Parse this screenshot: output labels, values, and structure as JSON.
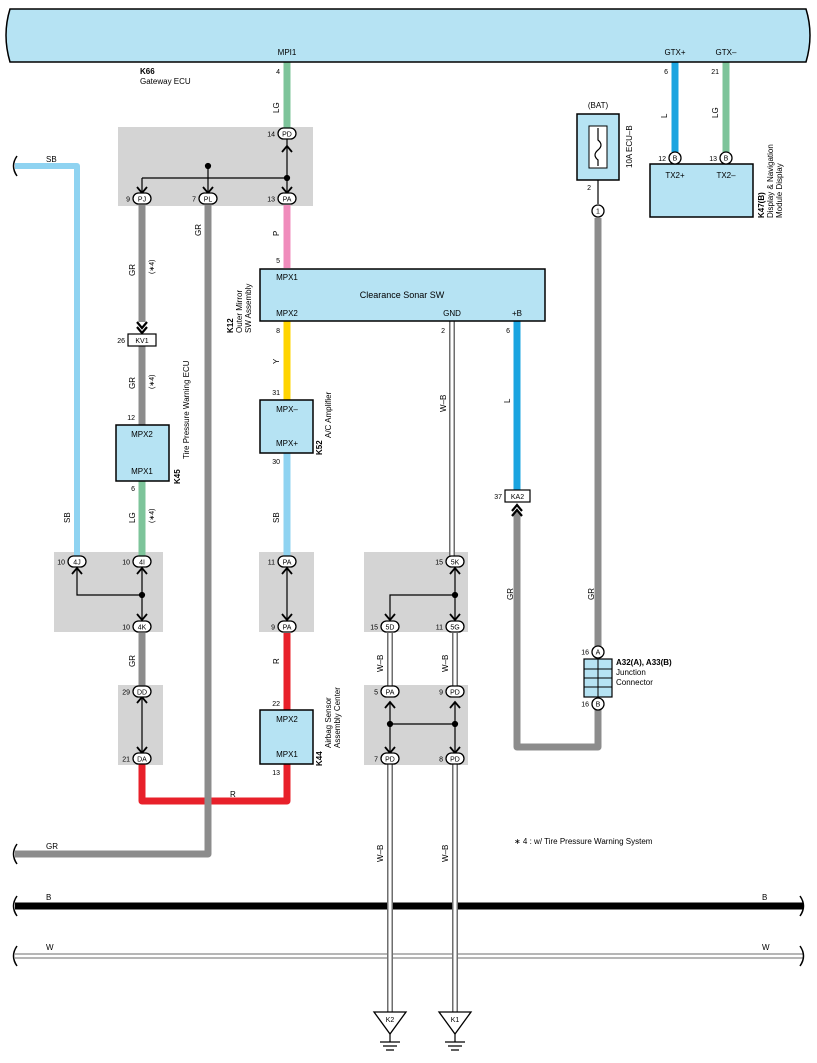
{
  "colors": {
    "LG": "#7dc49a",
    "L": "#1aa4e0",
    "SB": "#8fd3f1",
    "GR": "#8c8c8c",
    "P": "#f08cbc",
    "Y": "#ffd400",
    "R": "#e8202a",
    "B": "#000000",
    "W": "#ffffff",
    "WB": "#9a9a9a",
    "component": "#b6e3f3",
    "junction": "#d4d4d4"
  },
  "gateway": {
    "code": "K66",
    "name": "Gateway ECU",
    "pin_mpi1": "MPI1",
    "pin_gtxp": "GTX+",
    "pin_gtxm": "GTX–"
  },
  "display": {
    "code": "K47(B)",
    "name1": "Display & Navigation",
    "name2": "Module Display",
    "pin_tx2p": "TX2+",
    "pin_tx2m": "TX2–",
    "conn": "B"
  },
  "fuse": {
    "source": "(BAT)",
    "name": "10A ECU–B"
  },
  "sonar": {
    "code": "K12",
    "name1": "Outer Mirror",
    "name2": "SW Assembly",
    "title": "Clearance Sonar SW",
    "pin_mpx1": "MPX1",
    "pin_mpx2": "MPX2",
    "pin_gnd": "GND",
    "pin_b": "+B"
  },
  "tpw": {
    "code": "K45",
    "name": "Tire Pressure Warning ECU",
    "pin_mpx2": "MPX2",
    "pin_mpx1": "MPX1"
  },
  "ac": {
    "code": "K52",
    "name": "A/C Amplifier",
    "pin_mpxm": "MPX–",
    "pin_mpxp": "MPX+"
  },
  "airbag": {
    "code": "K44",
    "name1": "Airbag Sensor",
    "name2": "Assembly Center",
    "pin_mpx2": "MPX2",
    "pin_mpx1": "MPX1"
  },
  "jc": {
    "code": "A32(A), A33(B)",
    "name1": "Junction",
    "name2": "Connector",
    "conn_a": "A",
    "conn_b": "B"
  },
  "grounds": {
    "k2": "K2",
    "k1": "K1"
  },
  "note": "∗ 4 : w/ Tire Pressure Warning System",
  "connectors": {
    "pd": "PD",
    "pj": "PJ",
    "pl": "PL",
    "pa": "PA",
    "kv1": "KV1",
    "ka2": "KA2",
    "c4j": "4J",
    "c4i": "4I",
    "c4k": "4K",
    "dd": "DD",
    "da": "DA",
    "c5k": "5K",
    "c5d": "5D",
    "c5g": "5G",
    "one": "1"
  },
  "pins": {
    "p4": "4",
    "p6": "6",
    "p21": "21",
    "p14": "14",
    "p9": "9",
    "p7": "7",
    "p13": "13",
    "p12": "12",
    "p2": "2",
    "p5": "5",
    "p8": "8",
    "p26": "26",
    "p31": "31",
    "p30": "30",
    "p37": "37",
    "p10": "10",
    "p11": "11",
    "p15": "15",
    "p16": "16",
    "p29": "29",
    "p22": "22",
    "p1": "1",
    "p_2b": "2"
  },
  "wires": {
    "LG": "LG",
    "L": "L",
    "SB": "SB",
    "GR": "GR",
    "P": "P",
    "Y": "Y",
    "R": "R",
    "WB": "W–B",
    "B": "B",
    "W": "W",
    "opt": "(∗4)"
  }
}
